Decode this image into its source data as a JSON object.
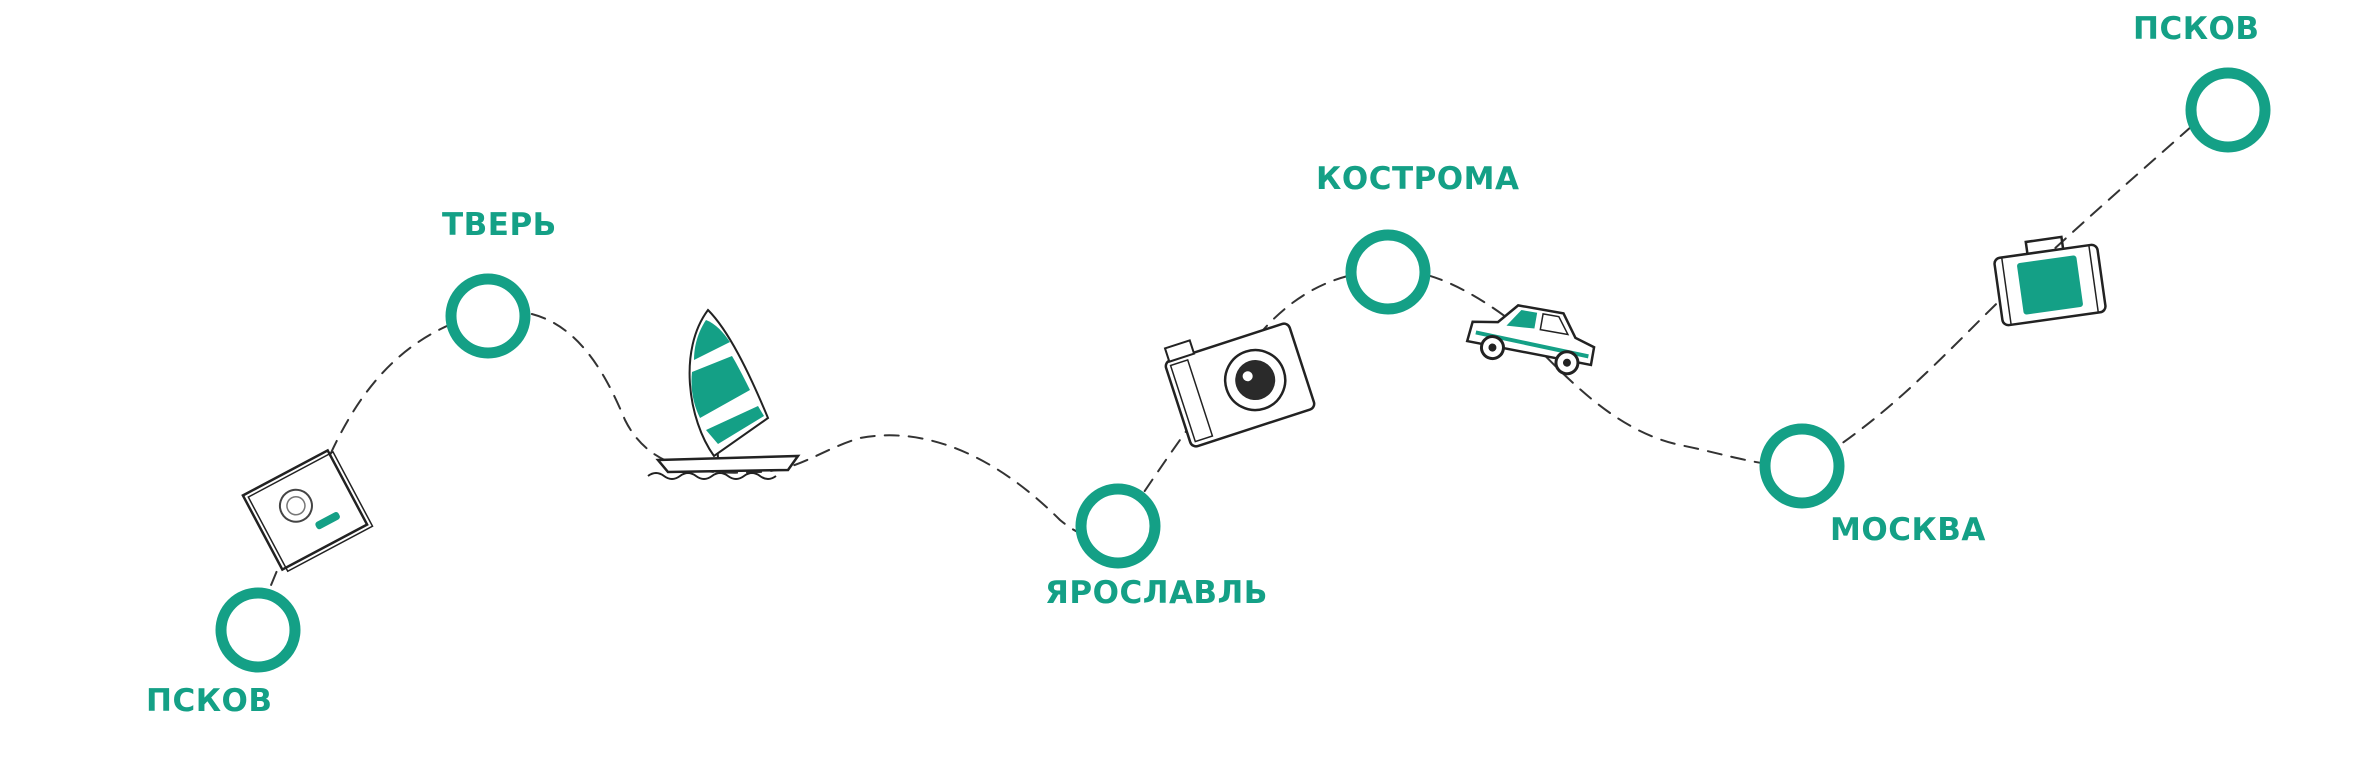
{
  "colors": {
    "accent": "#14a086",
    "ink": "#222222",
    "path": "#333333",
    "background": "#ffffff"
  },
  "route": {
    "stops": [
      {
        "name": "ПСКОВ"
      },
      {
        "name": "ТВЕРЬ"
      },
      {
        "name": "ЯРОСЛАВЛЬ"
      },
      {
        "name": "КОСТРОМА"
      },
      {
        "name": "МОСКВА"
      },
      {
        "name": "ПСКОВ"
      }
    ],
    "icons": [
      "passport-icon",
      "sailboat-icon",
      "camera-icon",
      "car-icon",
      "suitcase-icon"
    ]
  }
}
